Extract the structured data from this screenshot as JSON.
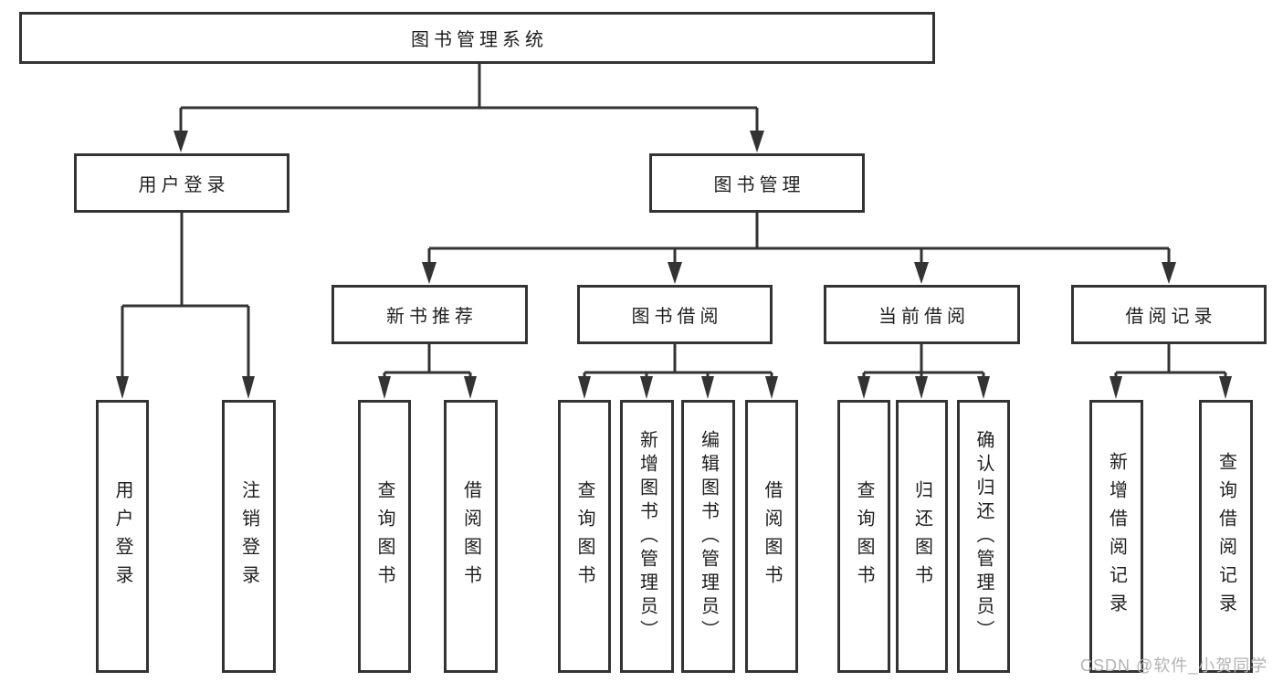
{
  "tree": {
    "root": {
      "label": "图书管理系统"
    },
    "branches": [
      {
        "label": "用户登录",
        "leaves": [
          {
            "label": "用户登录"
          },
          {
            "label": "注销登录"
          }
        ]
      },
      {
        "label": "图书管理",
        "sections": [
          {
            "label": "新书推荐",
            "leaves": [
              {
                "label": "查询图书"
              },
              {
                "label": "借阅图书"
              }
            ]
          },
          {
            "label": "图书借阅",
            "leaves": [
              {
                "label": "查询图书"
              },
              {
                "label": "新增图书（管理员）"
              },
              {
                "label": "编辑图书（管理员）"
              },
              {
                "label": "借阅图书"
              }
            ]
          },
          {
            "label": "当前借阅",
            "leaves": [
              {
                "label": "查询图书"
              },
              {
                "label": "归还图书"
              },
              {
                "label": "确认归还（管理员）"
              }
            ]
          },
          {
            "label": "借阅记录",
            "leaves": [
              {
                "label": "新增借阅记录"
              },
              {
                "label": "查询借阅记录"
              }
            ]
          }
        ]
      }
    ]
  },
  "watermark": {
    "text": "CSDN @软件_小贺同学",
    "color": "#b3b3b3"
  },
  "colors": {
    "line": "#333333",
    "text": "#1f1f1f",
    "background": "#ffffff"
  }
}
